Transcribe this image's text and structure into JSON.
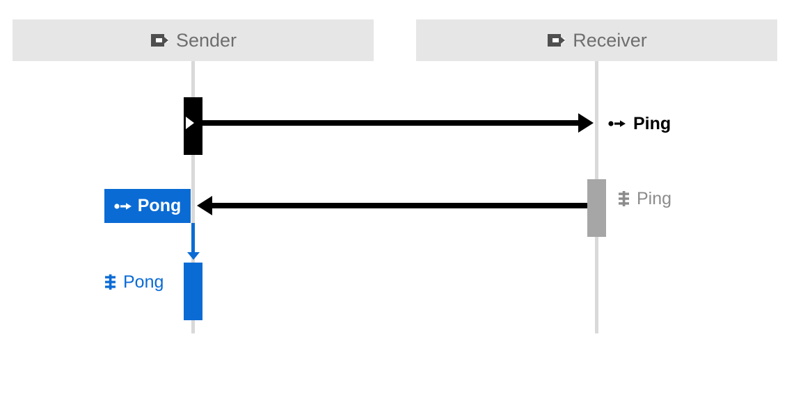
{
  "participants": {
    "sender": {
      "label": "Sender"
    },
    "receiver": {
      "label": "Receiver"
    }
  },
  "events": {
    "ping_sent": {
      "label": "Ping"
    },
    "ping_received": {
      "label": "Ping"
    },
    "pong_sent": {
      "label": "Pong"
    },
    "pong_received": {
      "label": "Pong"
    }
  },
  "icons": {
    "participant": "box-with-right-arrow",
    "sent_message": "circle-with-right-arrow",
    "received_message": "triple-bars-on-spine"
  },
  "colors": {
    "accent_blue": "#0b6bd4",
    "message_black": "#000000",
    "activation_gray": "#a6a6a6",
    "lifeline_gray": "#d9d9d9",
    "header_background": "#e6e6e6",
    "header_text": "#6e6e6e",
    "received_gray_text": "#8c8c8c",
    "background": "#ffffff"
  }
}
